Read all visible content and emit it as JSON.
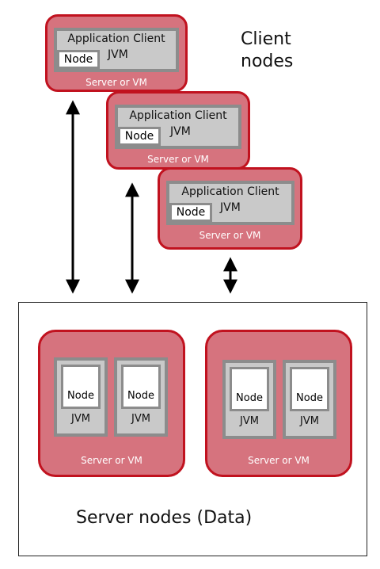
{
  "client_label": {
    "line1": "Client",
    "line2": "nodes"
  },
  "client_nodes": [
    {
      "app_client": "Application Client",
      "jvm": "JVM",
      "node": "Node",
      "server": "Server or VM"
    },
    {
      "app_client": "Application Client",
      "jvm": "JVM",
      "node": "Node",
      "server": "Server or VM"
    },
    {
      "app_client": "Application Client",
      "jvm": "JVM",
      "node": "Node",
      "server": "Server or VM"
    }
  ],
  "server_nodes_label": "Server nodes (Data)",
  "server_groups": [
    {
      "server": "Server or VM",
      "jvms": [
        {
          "node": "Node",
          "jvm": "JVM"
        },
        {
          "node": "Node",
          "jvm": "JVM"
        }
      ]
    },
    {
      "server": "Server or VM",
      "jvms": [
        {
          "node": "Node",
          "jvm": "JVM"
        },
        {
          "node": "Node",
          "jvm": "JVM"
        }
      ]
    }
  ],
  "colors": {
    "server_fill": "#d6737e",
    "server_border": "#c1121f",
    "jvm_fill": "#c9c9c9",
    "jvm_border": "#8c8c8c"
  }
}
